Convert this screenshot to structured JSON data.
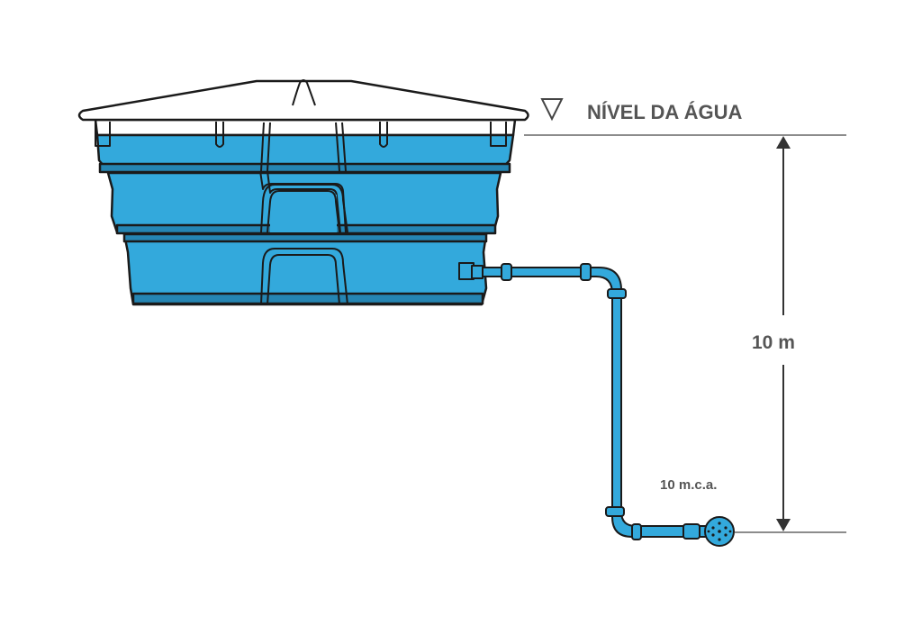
{
  "labels": {
    "water_level": "NÍVEL DA ÁGUA",
    "height": "10 m",
    "pressure": "10 m.c.a."
  },
  "colors": {
    "water": "#33a9dc",
    "water_dark": "#2585b3",
    "outline": "#1a1a1a",
    "text": "#555555",
    "guide_line": "#666666"
  }
}
